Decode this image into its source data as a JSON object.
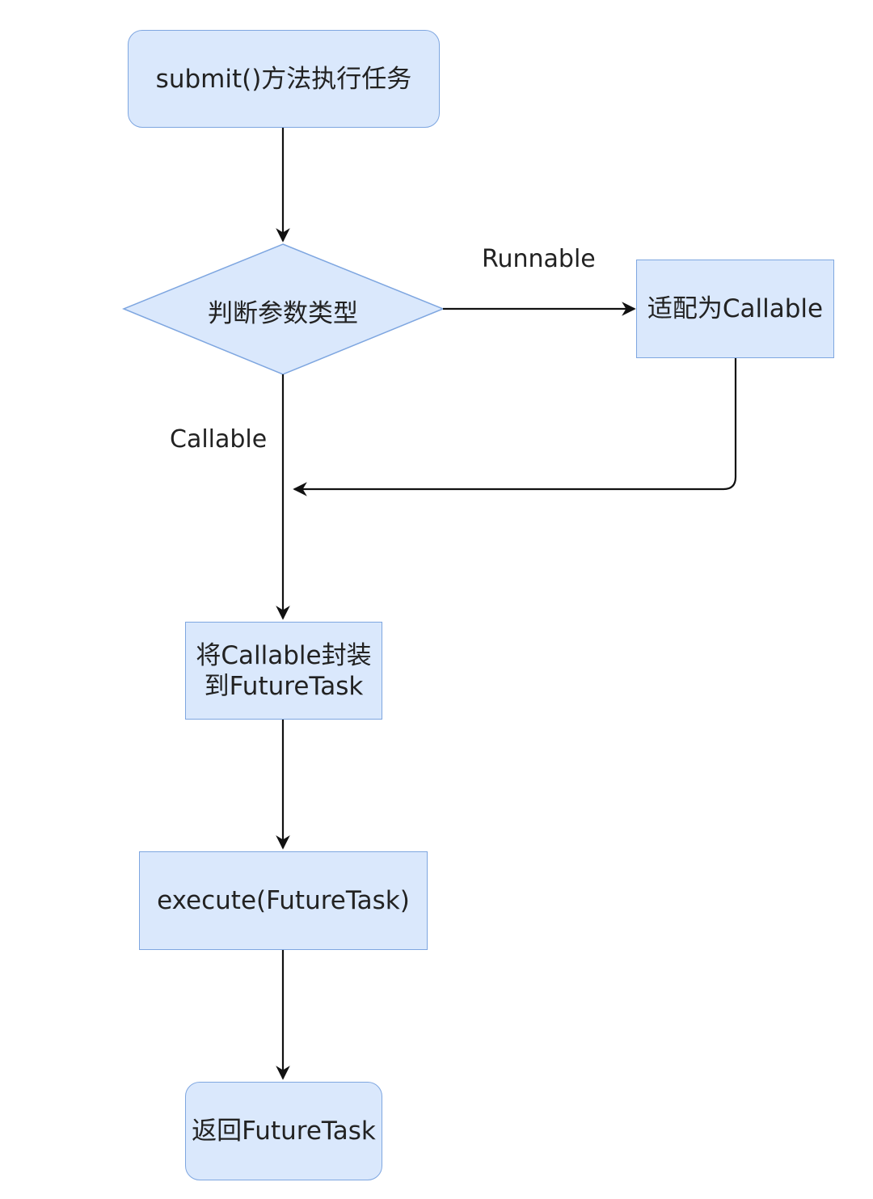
{
  "colors": {
    "node_fill": "#dae8fc",
    "node_border": "#7ea6e0",
    "edge": "#111111",
    "text": "#222222"
  },
  "nodes": {
    "start": "submit()方法执行任务",
    "decision": "判断参数类型",
    "adapt": "适配为Callable",
    "wrap": "将Callable封装\n到FutureTask",
    "execute": "execute(FutureTask)",
    "end": "返回FutureTask"
  },
  "edge_labels": {
    "runnable": "Runnable",
    "callable": "Callable"
  }
}
